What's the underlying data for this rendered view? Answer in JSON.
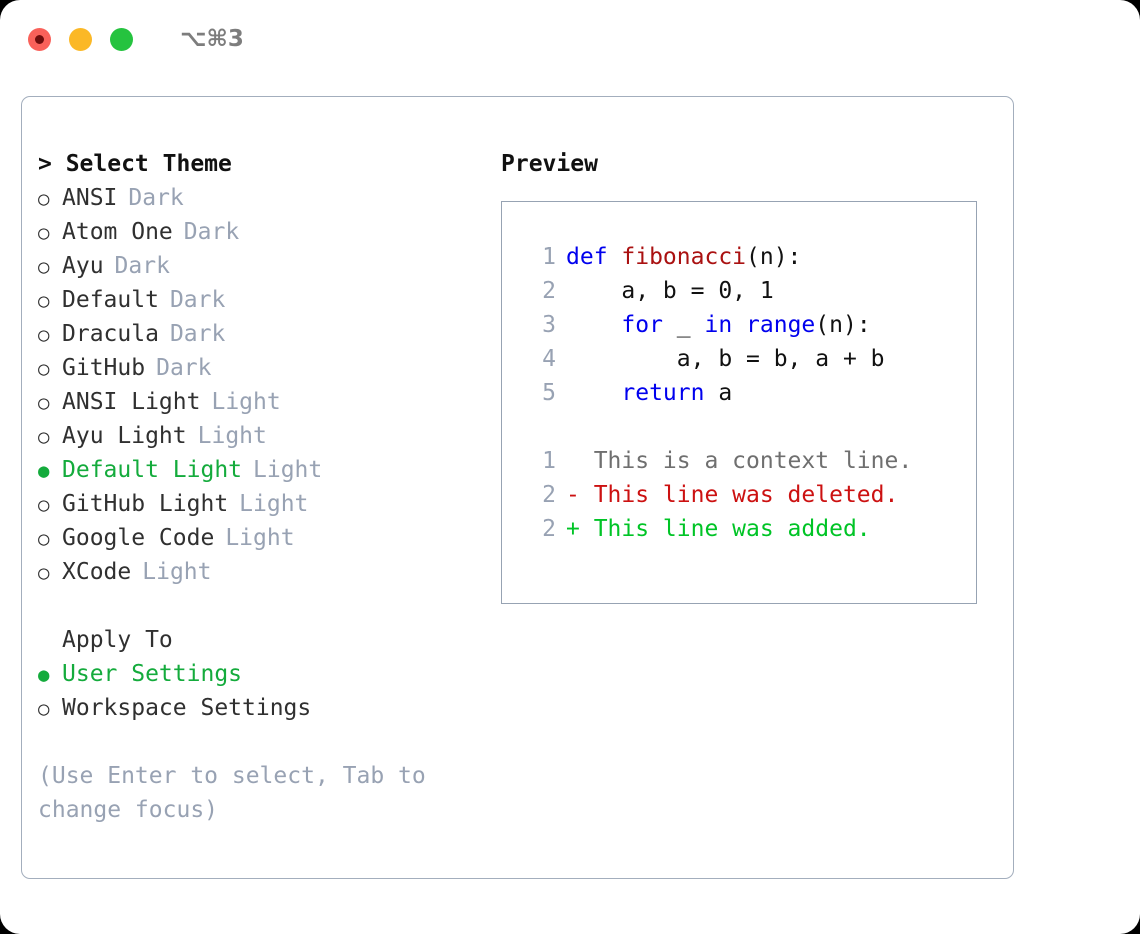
{
  "titlebar": {
    "shortcut": "⌥⌘3",
    "buttons": [
      {
        "name": "close",
        "color": "#f9615a"
      },
      {
        "name": "minimize",
        "color": "#fbb826"
      },
      {
        "name": "maximize",
        "color": "#25c33f"
      }
    ]
  },
  "theme_panel": {
    "header": "> Select Theme",
    "marker_selected": "●",
    "marker_unselected": "○",
    "items": [
      {
        "marker": "○",
        "label": "ANSI",
        "tag": "Dark",
        "selected": false
      },
      {
        "marker": "○",
        "label": "Atom One",
        "tag": "Dark",
        "selected": false
      },
      {
        "marker": "○",
        "label": "Ayu",
        "tag": "Dark",
        "selected": false
      },
      {
        "marker": "○",
        "label": "Default",
        "tag": "Dark",
        "selected": false
      },
      {
        "marker": "○",
        "label": "Dracula",
        "tag": "Dark",
        "selected": false
      },
      {
        "marker": "○",
        "label": "GitHub",
        "tag": "Dark",
        "selected": false
      },
      {
        "marker": "○",
        "label": "ANSI Light",
        "tag": "Light",
        "selected": false
      },
      {
        "marker": "○",
        "label": "Ayu Light",
        "tag": "Light",
        "selected": false
      },
      {
        "marker": "●",
        "label": "Default Light",
        "tag": "Light",
        "selected": true
      },
      {
        "marker": "○",
        "label": "GitHub Light",
        "tag": "Light",
        "selected": false
      },
      {
        "marker": "○",
        "label": "Google Code",
        "tag": "Light",
        "selected": false
      },
      {
        "marker": "○",
        "label": "XCode",
        "tag": "Light",
        "selected": false
      }
    ]
  },
  "apply_to": {
    "header": "Apply To",
    "items": [
      {
        "marker": "●",
        "label": "User Settings",
        "selected": true
      },
      {
        "marker": "○",
        "label": "Workspace Settings",
        "selected": false
      }
    ]
  },
  "hint": "(Use Enter to select, Tab to change focus)",
  "preview": {
    "title": "Preview",
    "code_lines": [
      {
        "lineno": "1",
        "tokens": [
          {
            "text": "def ",
            "type": "kw"
          },
          {
            "text": "fibonacci",
            "type": "fn"
          },
          {
            "text": "(n):",
            "type": "plain"
          }
        ]
      },
      {
        "lineno": "2",
        "tokens": [
          {
            "text": "    a, b = 0, 1",
            "type": "plain"
          }
        ]
      },
      {
        "lineno": "3",
        "tokens": [
          {
            "text": "    ",
            "type": "plain"
          },
          {
            "text": "for",
            "type": "kw"
          },
          {
            "text": " _ ",
            "type": "plain"
          },
          {
            "text": "in",
            "type": "kw"
          },
          {
            "text": " ",
            "type": "plain"
          },
          {
            "text": "range",
            "type": "kw"
          },
          {
            "text": "(n):",
            "type": "plain"
          }
        ]
      },
      {
        "lineno": "4",
        "tokens": [
          {
            "text": "        a, b = b, a + b",
            "type": "plain"
          }
        ]
      },
      {
        "lineno": "5",
        "tokens": [
          {
            "text": "    ",
            "type": "plain"
          },
          {
            "text": "return",
            "type": "kw"
          },
          {
            "text": " a",
            "type": "plain"
          }
        ]
      }
    ],
    "diff_lines": [
      {
        "lineno": "1",
        "kind": "context",
        "text": "  This is a context line."
      },
      {
        "lineno": "2",
        "kind": "del",
        "text": "- This line was deleted."
      },
      {
        "lineno": "2",
        "kind": "add",
        "text": "+ This line was added."
      }
    ]
  },
  "colors": {
    "accent_green": "#14ab3c",
    "tag_grey": "#98a2b3",
    "keyword_blue": "#0000ee",
    "function_red": "#aa1111",
    "diff_delete": "#cc1111",
    "diff_add": "#00c426",
    "panel_border": "#a3aebd"
  }
}
